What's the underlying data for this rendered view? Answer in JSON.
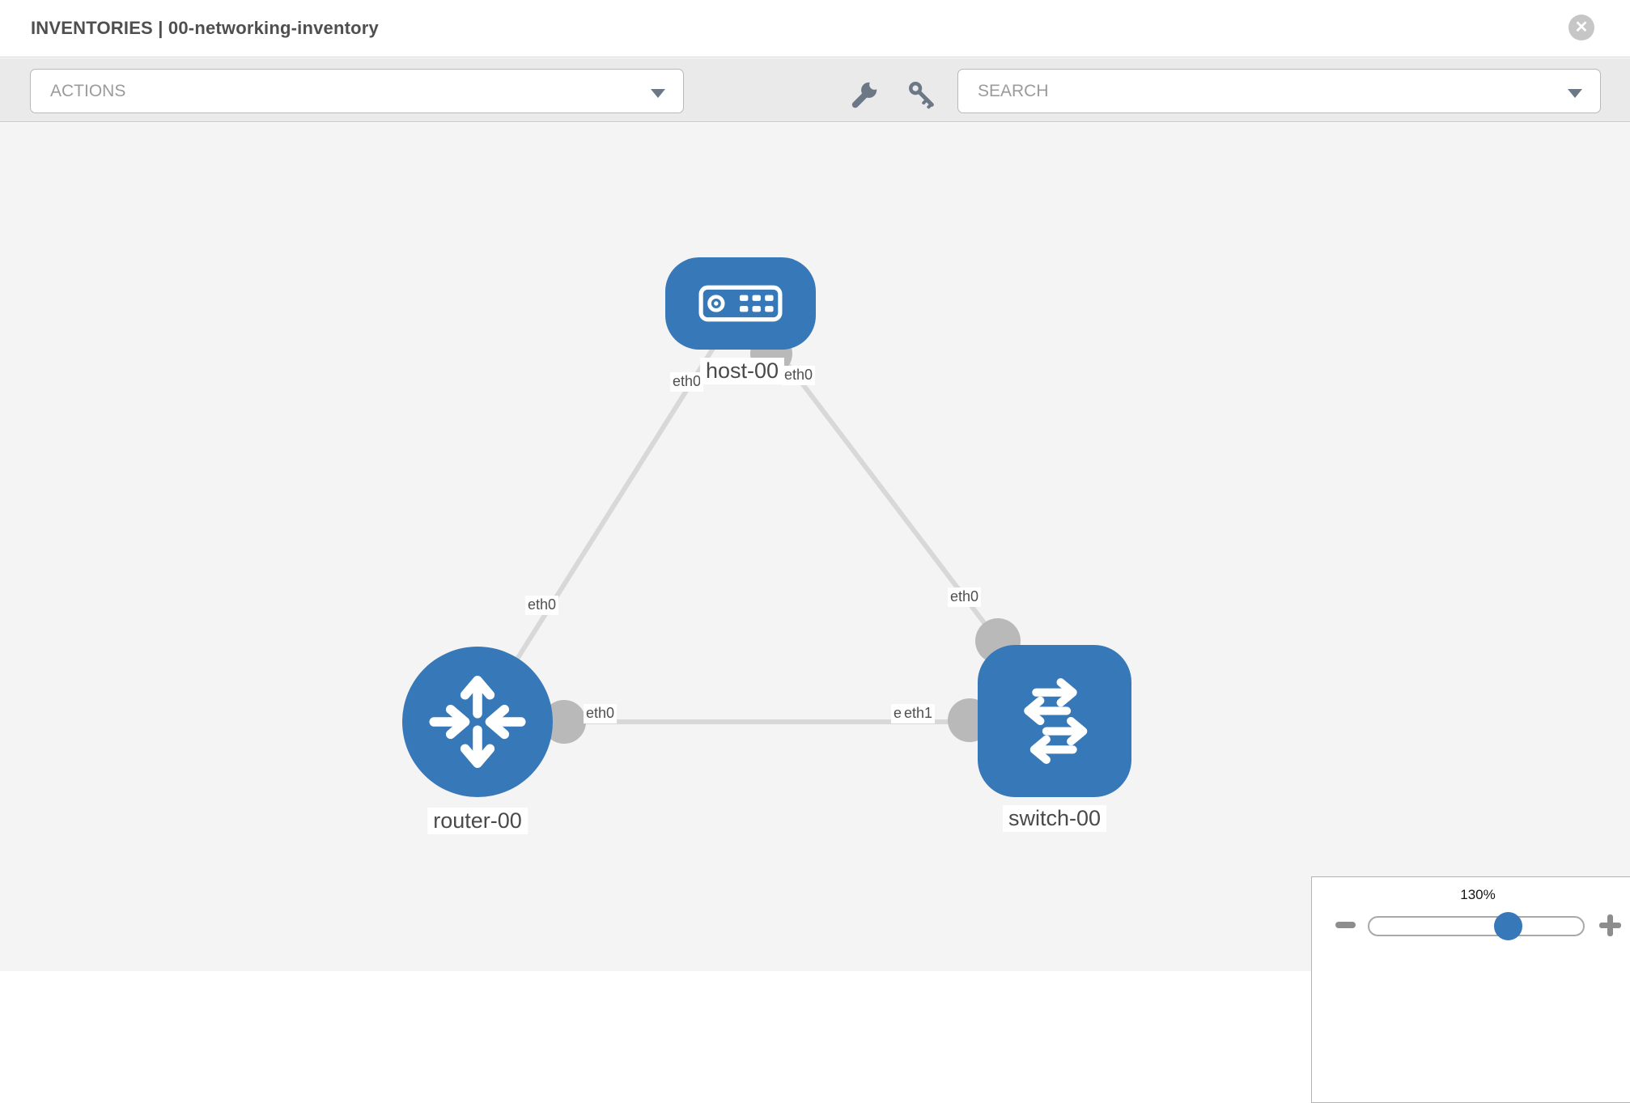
{
  "header": {
    "title": "INVENTORIES | 00-networking-inventory",
    "close_label": "✕"
  },
  "toolbar": {
    "actions_label": "ACTIONS",
    "search_label": "SEARCH",
    "icons": [
      "wrench-icon",
      "key-icon"
    ]
  },
  "canvas": {
    "nodes": [
      {
        "id": "host-00",
        "label": "host-00",
        "type": "host",
        "icon": "server-icon",
        "color": "#3779b8"
      },
      {
        "id": "router-00",
        "label": "router-00",
        "type": "router",
        "icon": "router-arrows-icon",
        "color": "#3779b8"
      },
      {
        "id": "switch-00",
        "label": "switch-00",
        "type": "switch",
        "icon": "switch-arrows-icon",
        "color": "#3779b8"
      }
    ],
    "links": [
      {
        "from": "host-00",
        "to": "router-00"
      },
      {
        "from": "host-00",
        "to": "switch-00"
      },
      {
        "from": "router-00",
        "to": "switch-00"
      }
    ],
    "interface_labels": {
      "host_left": "eth0",
      "host_right": "eth0",
      "router_uplink": "eth0",
      "switch_uplink": "eth0",
      "router_lan": "eth0",
      "switch_lan_under": "eth0",
      "switch_lan": "eth1"
    },
    "colors": {
      "node": "#3779b8",
      "port": "#b9b9b9",
      "link": "#d8d8d8",
      "background": "#f4f4f4"
    }
  },
  "zoom_control": {
    "value": "130%"
  }
}
